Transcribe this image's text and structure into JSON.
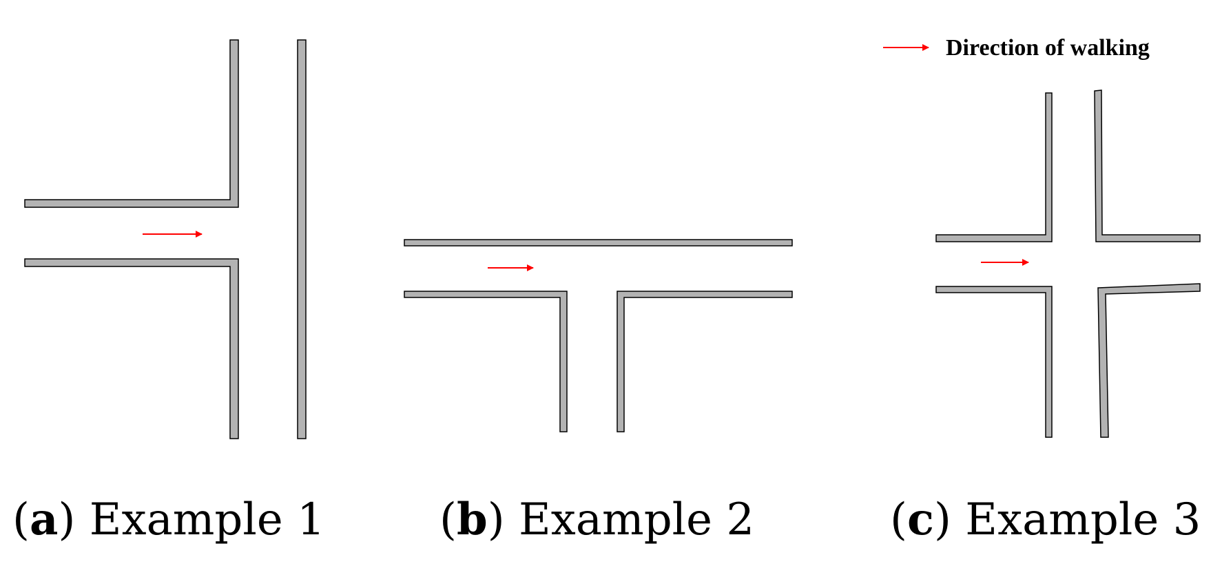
{
  "legend": {
    "label": "Direction of walking",
    "arrow_color": "#ff0000"
  },
  "colors": {
    "wall_fill": "#b3b3b3",
    "wall_stroke": "#000000",
    "arrow": "#ff0000"
  },
  "panels": [
    {
      "id": "a",
      "letter": "a",
      "title": "Example 1",
      "layout": "t-junction-side"
    },
    {
      "id": "b",
      "letter": "b",
      "title": "Example 2",
      "layout": "t-junction-down"
    },
    {
      "id": "c",
      "letter": "c",
      "title": "Example 3",
      "layout": "crossroads"
    }
  ]
}
